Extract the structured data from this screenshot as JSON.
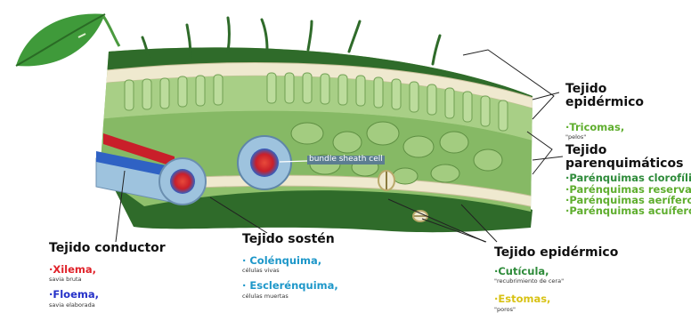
{
  "bundle_label": "bundle sheath cell",
  "epidermico_top": {
    "title_1": "Tejido",
    "title_2": "epidérmico",
    "item": "·Tricomas,",
    "item_sub": "\"pelos\""
  },
  "parenquimaticos": {
    "title_1": "Tejido",
    "title_2": "parenquimáticos",
    "items": [
      "·Parénquimas clorofílico",
      "·Parénquimas reserva,",
      "·Parénquimas aeríferos",
      "·Parénquimas acuíferos"
    ]
  },
  "conductor": {
    "title": "Tejido conductor",
    "xilema": "·Xilema,",
    "xilema_sub": "savia bruta",
    "floema": "·Floema,",
    "floema_sub": "savia elaborada"
  },
  "sosten": {
    "title": "Tejido sostén",
    "colenquima": "· Colénquima,",
    "colenquima_sub": "células vivas",
    "esclerenquima": "· Esclerénquima,",
    "esclerenquima_sub": "células muertas"
  },
  "epidermico_bottom": {
    "title": "Tejido epidérmico",
    "cuticula": "·Cutícula,",
    "cuticula_sub": "\"recubrimiento de cera\"",
    "estomas": "·Estomas,",
    "estomas_sub": "\"poros\""
  },
  "colors": {
    "leaf_dark": "#2f6b2a",
    "epidermis": "#efe9cf",
    "palisade": "#a8cf86",
    "spongy": "#8fc06c",
    "xylem": "#c91f2a",
    "phloem": "#2f62c4"
  }
}
